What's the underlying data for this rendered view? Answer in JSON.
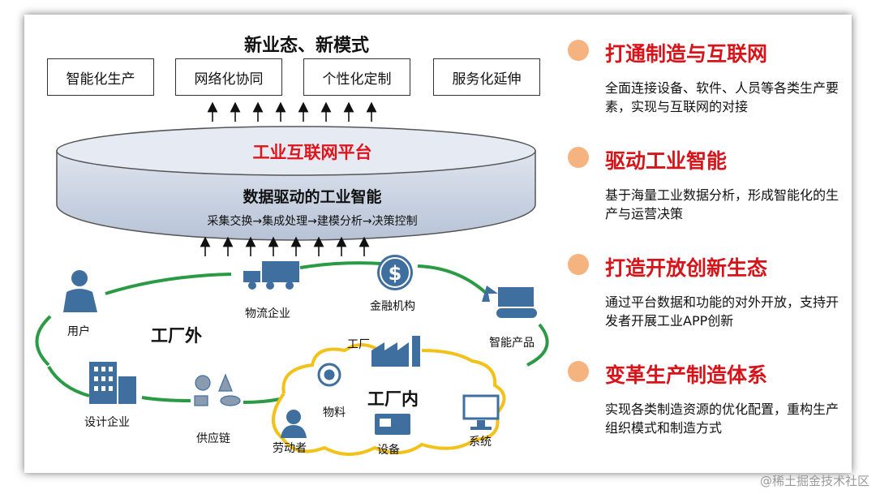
{
  "header": {
    "title": "新业态、新模式",
    "modes": [
      "智能化生产",
      "网络化协同",
      "个性化定制",
      "服务化延伸"
    ]
  },
  "platform": {
    "title": "工业互联网平台",
    "subtitle": "数据驱动的工业智能",
    "flow": "采集交换→集成处理→建模分析→决策控制"
  },
  "outer_zone": {
    "label": "工厂外",
    "nodes": {
      "user": "用户",
      "logistics": "物流企业",
      "finance": "金融机构",
      "smart_product": "智能产品",
      "design": "设计企业",
      "supply_chain": "供应链"
    }
  },
  "inner_zone": {
    "label": "工厂内",
    "nodes": {
      "factory": "工厂",
      "materials": "物料",
      "workers": "劳动者",
      "equipment": "设备",
      "system": "系统"
    }
  },
  "right_panel": [
    {
      "title": "打通制造与互联网",
      "desc": "全面连接设备、软件、人员等各类生产要素，实现与互联网的对接"
    },
    {
      "title": "驱动工业智能",
      "desc": "基于海量工业数据分析，形成智能化的生产与运营决策"
    },
    {
      "title": "打造开放创新生态",
      "desc": "通过平台数据和功能的对外开放，支持开发者开展工业APP创新"
    },
    {
      "title": "变革生产制造体系",
      "desc": "实现各类制造资源的优化配置，重构生产组织模式和制造方式"
    }
  ],
  "watermark": "@稀土掘金技术社区",
  "colors": {
    "accent_red": "#d7141a",
    "bullet_orange": "#f4b37f",
    "ring_green": "#2a9a45",
    "ring_yellow": "#f2c21a",
    "icon_blue": "#3f6f9f",
    "platform_fill": "#c9d3e3"
  }
}
